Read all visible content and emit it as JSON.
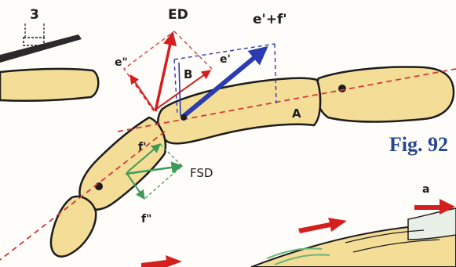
{
  "figure_label": "Fig. 92",
  "labels": {
    "three": "3",
    "ED": "ED",
    "e_plus_f": "e'+f'",
    "e_double": "e\"",
    "B": "B",
    "e_prime": "e'",
    "A": "A",
    "f_prime": "f'",
    "FSD": "FSD",
    "f_double": "f\"",
    "a": "a"
  },
  "colors": {
    "bone_fill": "#f3dd97",
    "bone_outline": "#1c1c1c",
    "red_arrow": "#d41f1f",
    "blue_arrow": "#2b3bb0",
    "green_arrow": "#3e9a56",
    "axis_dash": "#d33b3b",
    "figure_text": "#26468e"
  }
}
